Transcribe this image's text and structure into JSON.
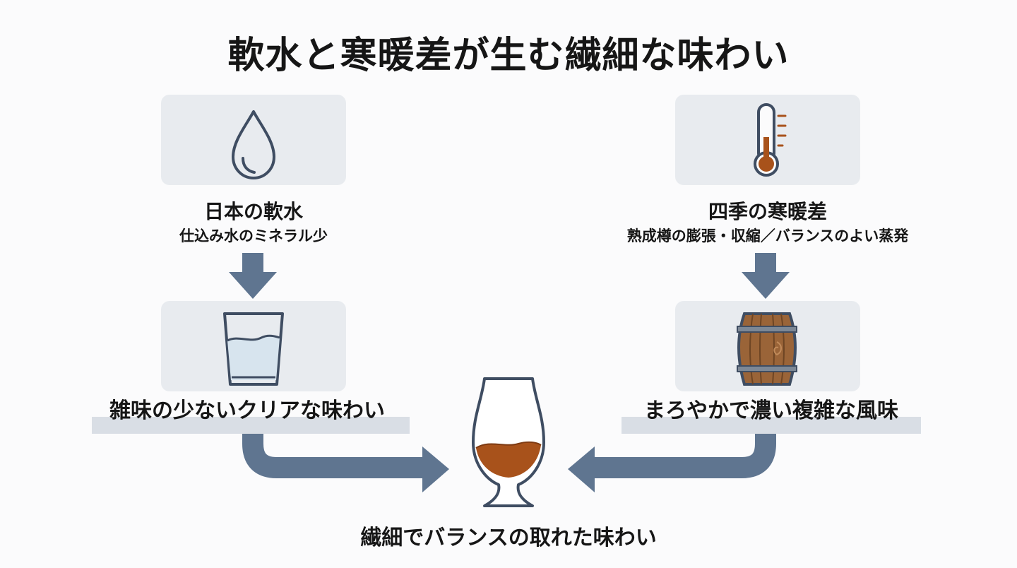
{
  "title": "軟水と寒暖差が生む繊細な味わい",
  "left": {
    "heading": "日本の軟水",
    "subtext": "仕込み水のミネラル少",
    "result": "雑味の少ないクリアな味わい"
  },
  "right": {
    "heading": "四季の寒暖差",
    "subtext": "熟成樽の膨張・収縮／バランスのよい蒸発",
    "result": "まろやかで濃い複雑な風味"
  },
  "conclusion": "繊細でバランスの取れた味わい",
  "colors": {
    "arrow": "#5f7590",
    "card": "#e8ebef",
    "icon_stroke": "#3f4d62",
    "amber": "#a8521b",
    "wood": "#9a6438"
  },
  "icons": [
    "water-drop-icon",
    "thermometer-icon",
    "water-glass-icon",
    "barrel-icon",
    "whisky-glass-icon"
  ]
}
